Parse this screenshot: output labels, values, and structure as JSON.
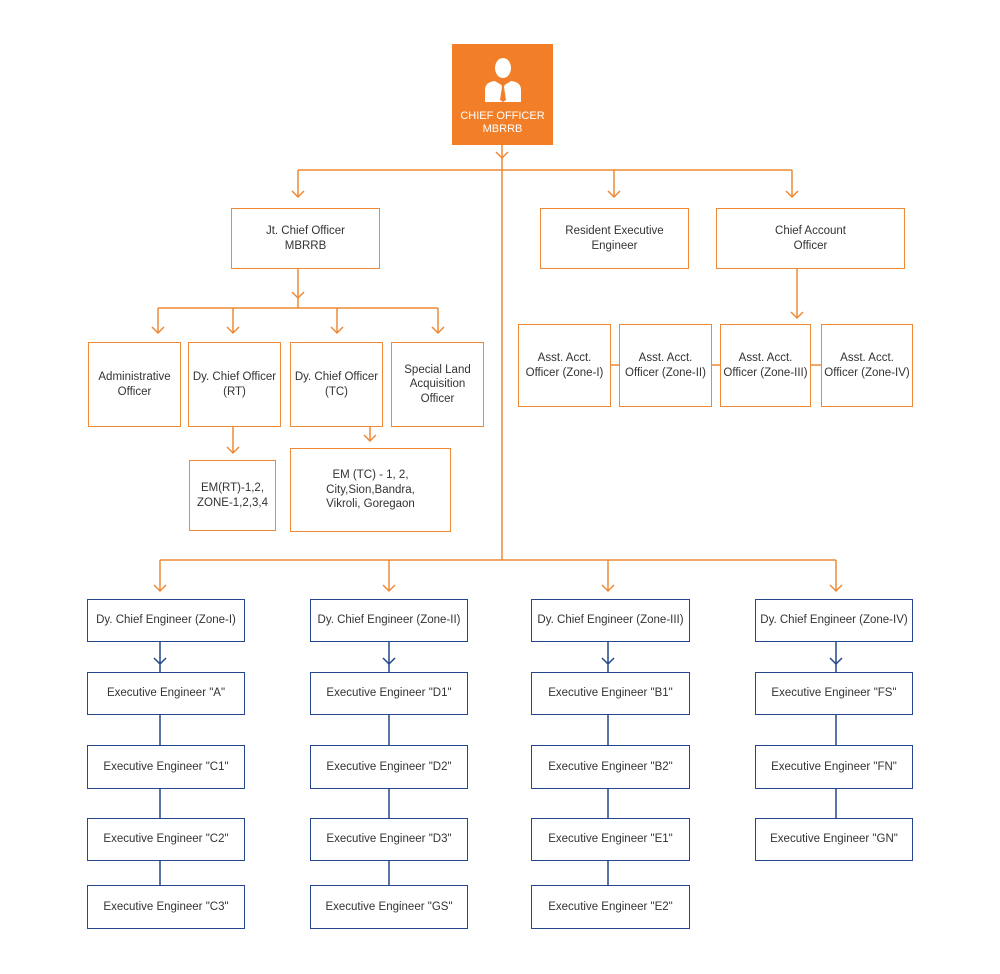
{
  "colors": {
    "orange": "#ee8a36",
    "orange_fill": "#f27f27",
    "blue": "#24468c"
  },
  "chief": {
    "icon": "person-icon",
    "line1": "CHIEF OFFICER",
    "line2": "MBRRB"
  },
  "jt_chief": {
    "line1": "Jt. Chief Officer",
    "line2": "MBRRB"
  },
  "resident_exec": {
    "line1": "Resident Executive",
    "line2": "Engineer"
  },
  "chief_account": {
    "line1": "Chief Account",
    "line2": "Officer"
  },
  "admin_officer": {
    "line1": "Administrative",
    "line2": "Officer"
  },
  "dy_chief_rt": {
    "line1": "Dy. Chief Officer",
    "line2": "(RT)"
  },
  "dy_chief_tc": {
    "line1": "Dy. Chief Officer",
    "line2": "(TC)"
  },
  "special_land": {
    "line1": "Special Land",
    "line2": "Acquisition",
    "line3": "Officer"
  },
  "em_rt": {
    "line1": "EM(RT)-1,2,",
    "line2": "ZONE-1,2,3,4"
  },
  "em_tc": {
    "line1": "EM (TC) -  1, 2,",
    "line2": "City,Sion,Bandra,",
    "line3": "Vikroli, Goregaon"
  },
  "asst_acct": [
    {
      "line1": "Asst. Acct.",
      "line2": "Officer (Zone-I)"
    },
    {
      "line1": "Asst. Acct.",
      "line2": "Officer (Zone-II)"
    },
    {
      "line1": "Asst. Acct.",
      "line2": "Officer (Zone-III)"
    },
    {
      "line1": "Asst. Acct.",
      "line2": "Officer (Zone-IV)"
    }
  ],
  "zones": [
    {
      "head": "Dy. Chief Engineer (Zone-I)",
      "engineers": [
        "Executive Engineer \"A\"",
        "Executive Engineer \"C1\"",
        "Executive Engineer \"C2\"",
        "Executive Engineer \"C3\""
      ]
    },
    {
      "head": "Dy. Chief Engineer (Zone-II)",
      "engineers": [
        "Executive Engineer \"D1\"",
        "Executive Engineer \"D2\"",
        "Executive Engineer \"D3\"",
        "Executive Engineer \"GS\""
      ]
    },
    {
      "head": "Dy. Chief Engineer (Zone-III)",
      "engineers": [
        "Executive Engineer \"B1\"",
        "Executive Engineer \"B2\"",
        "Executive Engineer \"E1\"",
        "Executive Engineer \"E2\""
      ]
    },
    {
      "head": "Dy. Chief Engineer (Zone-IV)",
      "engineers": [
        "Executive Engineer \"FS\"",
        "Executive Engineer \"FN\"",
        "Executive Engineer \"GN\""
      ]
    }
  ]
}
